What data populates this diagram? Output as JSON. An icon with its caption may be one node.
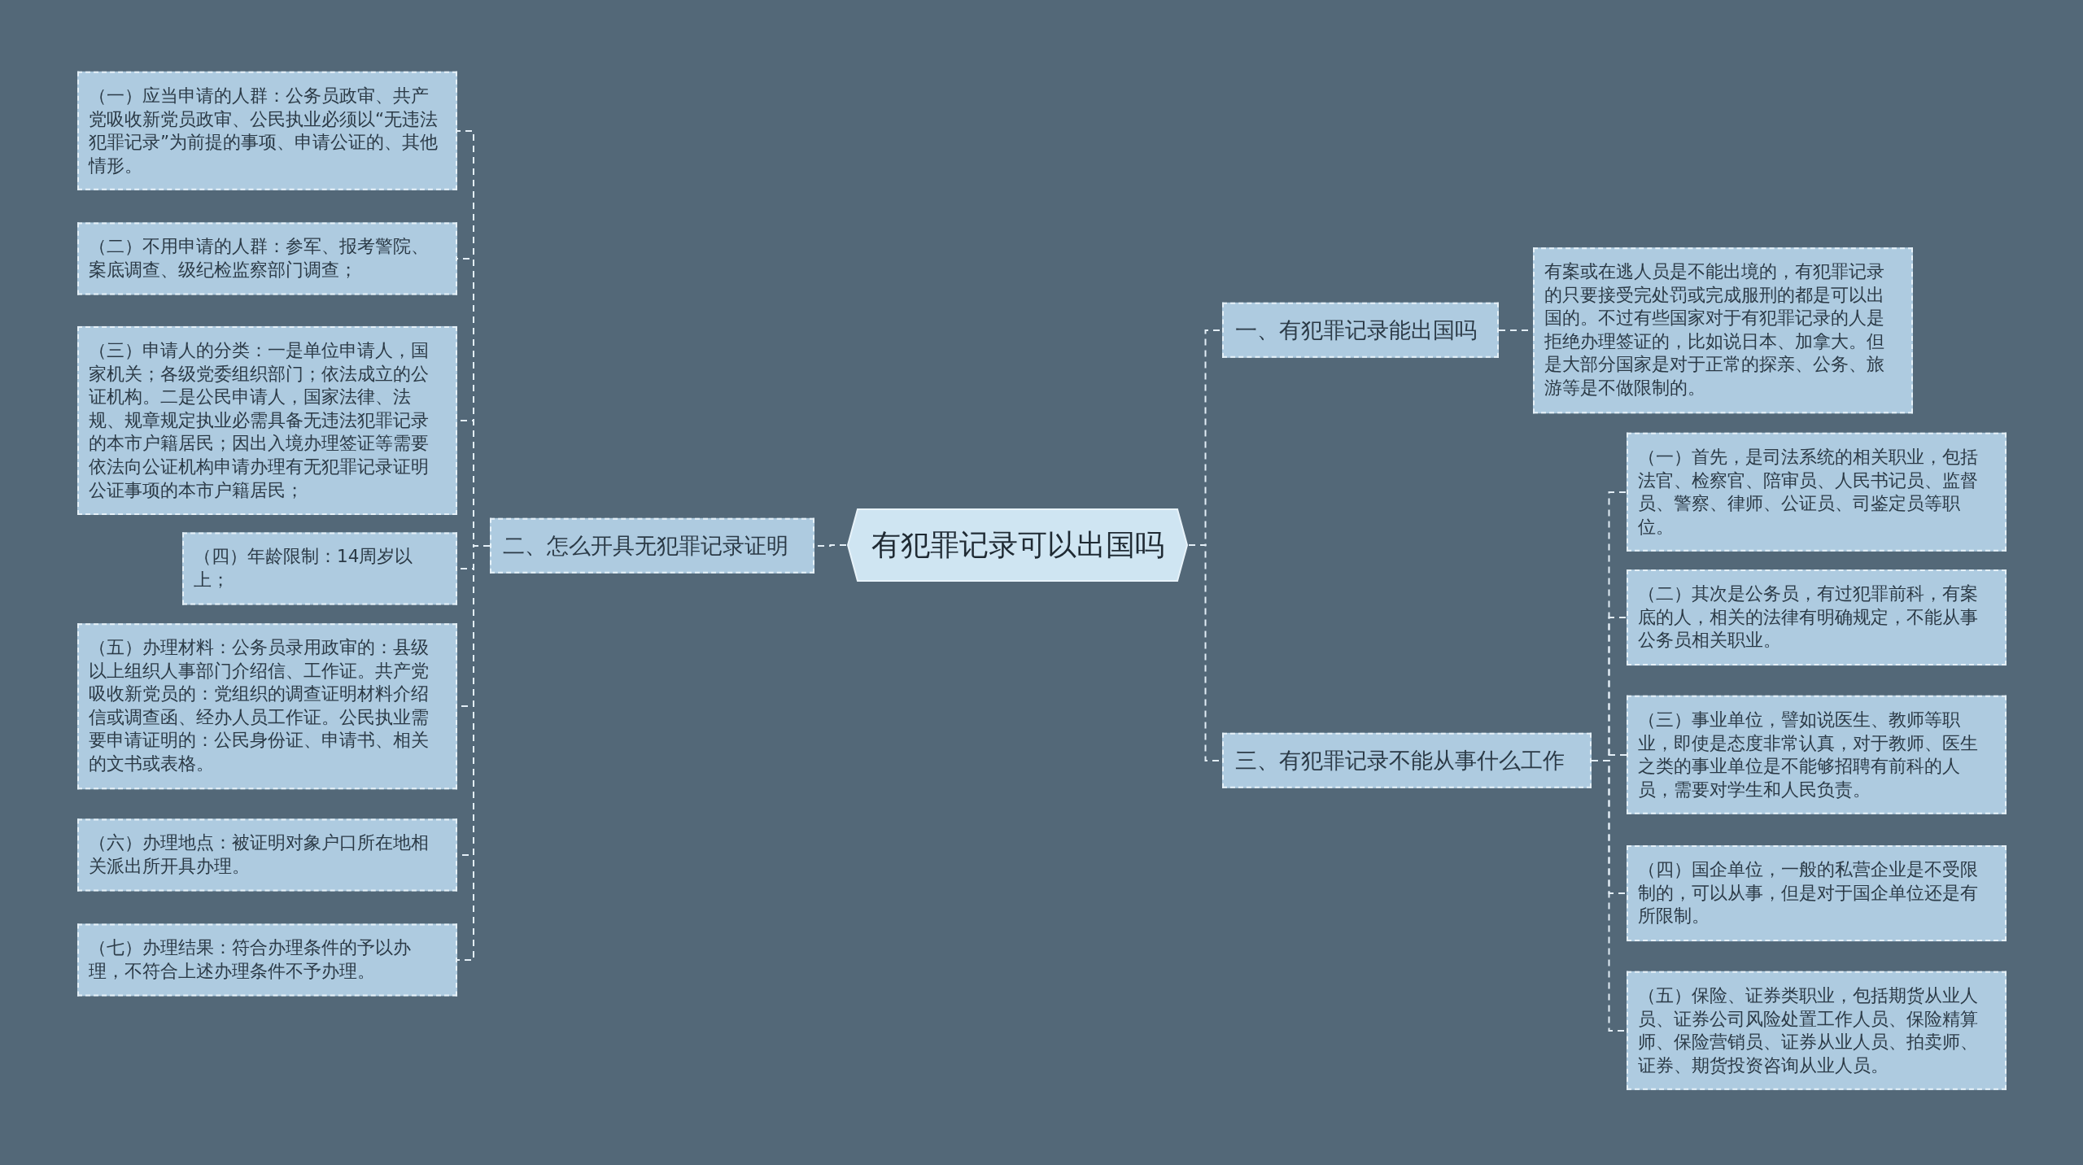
{
  "diagram": {
    "nodes": [
      {
        "text": [
          "有犯罪记录可以出国吗"
        ]
      },
      {
        "text": [
          "一、有犯罪记录能出国吗"
        ]
      },
      {
        "text": [
          "有案或在逃人员是不能出境的，有犯罪记录的只要接受完处罚或完成服刑的都是可以出国的。不过有些国家对于有犯罪记录的人是拒绝办理签证的，比如说日本、加拿大。但是大部分国家是对于正常的探亲、公务、旅游等是不做限制的。"
        ]
      },
      {
        "text": [
          "二、怎么开具无犯罪记录证明"
        ]
      },
      {
        "text": [
          "（一）应当申请的人群：公务员政审、共产党吸收新党员政审、公民执业必须以“无违法犯罪记录”为前提的事项、申请公证的、其他情形。"
        ]
      },
      {
        "text": [
          "（二）不用申请的人群：参军、报考警院、案底调查、级纪检监察部门调查；"
        ]
      },
      {
        "text": [
          "（三）申请人的分类：一是单位申请人，国家机关；各级党委组织部门；依法成立的公证机构。二是公民申请人，国家法律、法规、规章规定执业必需具备无违法犯罪记录的本市户籍居民；因出入境办理签证等需要依法向公证机构申请办理有无犯罪记录证明公证事项的本市户籍居民；"
        ]
      },
      {
        "text": [
          "（四）年龄限制：14周岁以上；"
        ]
      },
      {
        "text": [
          "（五）办理材料：公务员录用政审的：县级以上组织人事部门介绍信、工作证。共产党吸收新党员的：党组织的调查证明材料介绍信或调查函、经办人员工作证。公民执业需要申请证明的：公民身份证、申请书、相关的文书或表格。"
        ]
      },
      {
        "text": [
          "（六）办理地点：被证明对象户口所在地相关派出所开具办理。"
        ]
      },
      {
        "text": [
          "（七）办理结果：符合办理条件的予以办理，不符合上述办理条件不予办理。"
        ]
      },
      {
        "text": [
          "三、有犯罪记录不能从事什么工作"
        ]
      },
      {
        "text": [
          "（一）首先，是司法系统的相关职业，包括法官、检察官、陪审员、人民书记员、监督员、警察、律师、公证员、司鉴定员等职位。"
        ]
      },
      {
        "text": [
          "（二）其次是公务员，有过犯罪前科，有案底的人，相关的法律有明确规定，不能从事公务员相关职业。"
        ]
      },
      {
        "text": [
          "（三）事业单位，譬如说医生、教师等职业，即使是态度非常认真，对于教师、医生之类的事业单位是不能够招聘有前科的人员，需要对学生和人民负责。"
        ]
      },
      {
        "text": [
          "（四）国企单位，一般的私营企业是不受限制的，可以从事，但是对于国企单位还是有所限制。"
        ]
      },
      {
        "text": [
          "（五）保险、证券类职业，包括期货从业人员、证券公司风险处置工作人员、保险精算师、保险营销员、证券从业人员、拍卖师、证券、期货投资咨询从业人员。"
        ]
      }
    ],
    "edges": [
      {
        "from": 0,
        "to": 1,
        "arrow": "none"
      },
      {
        "from": 1,
        "to": 2,
        "arrow": "none"
      },
      {
        "from": 0,
        "to": 3,
        "arrow": "none"
      },
      {
        "from": 3,
        "to": 4,
        "arrow": "none"
      },
      {
        "from": 3,
        "to": 5,
        "arrow": "none"
      },
      {
        "from": 3,
        "to": 6,
        "arrow": "none"
      },
      {
        "from": 3,
        "to": 7,
        "arrow": "none"
      },
      {
        "from": 3,
        "to": 8,
        "arrow": "none"
      },
      {
        "from": 3,
        "to": 9,
        "arrow": "none"
      },
      {
        "from": 3,
        "to": 10,
        "arrow": "none"
      },
      {
        "from": 0,
        "to": 11,
        "arrow": "none"
      },
      {
        "from": 11,
        "to": 12,
        "arrow": "none"
      },
      {
        "from": 11,
        "to": 13,
        "arrow": "none"
      },
      {
        "from": 11,
        "to": 14,
        "arrow": "none"
      },
      {
        "from": 11,
        "to": 15,
        "arrow": "none"
      },
      {
        "from": 11,
        "to": 16,
        "arrow": "none"
      }
    ]
  }
}
